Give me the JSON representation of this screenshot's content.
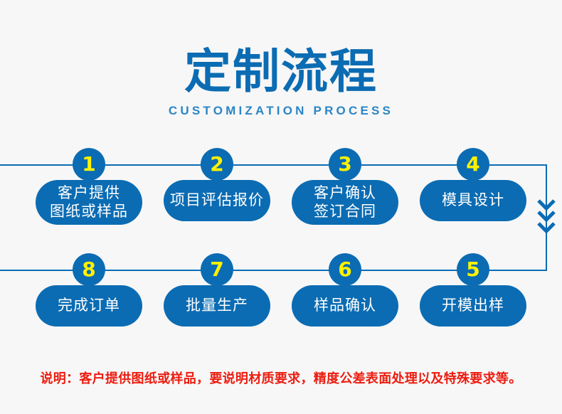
{
  "header": {
    "title": "定制流程",
    "subtitle": "CUSTOMIZATION PROCESS"
  },
  "colors": {
    "background": "#f7f7f7",
    "brand_blue": "#0b6cb3",
    "number_yellow": "#fff200",
    "subtitle_blue": "#2a85c6",
    "note_red": "#ec1c10",
    "pill_text": "#ffffff"
  },
  "flow": {
    "rows": [
      {
        "name": "row-top",
        "steps": [
          {
            "number": "1",
            "lines": [
              "客户提供",
              "图纸或样品"
            ]
          },
          {
            "number": "2",
            "lines": [
              "项目评估报价"
            ]
          },
          {
            "number": "3",
            "lines": [
              "客户确认",
              "签订合同"
            ]
          },
          {
            "number": "4",
            "lines": [
              "模具设计"
            ]
          }
        ]
      },
      {
        "name": "row-bottom",
        "steps": [
          {
            "number": "8",
            "lines": [
              "完成订单"
            ]
          },
          {
            "number": "7",
            "lines": [
              "批量生产"
            ]
          },
          {
            "number": "6",
            "lines": [
              "样品确认"
            ]
          },
          {
            "number": "5",
            "lines": [
              "开模出样"
            ]
          }
        ]
      }
    ],
    "arrow_icon": "double-chevron-down-icon"
  },
  "note": {
    "text": "说明：客户提供图纸或样品，要说明材质要求，精度公差表面处理以及特殊要求等。"
  }
}
